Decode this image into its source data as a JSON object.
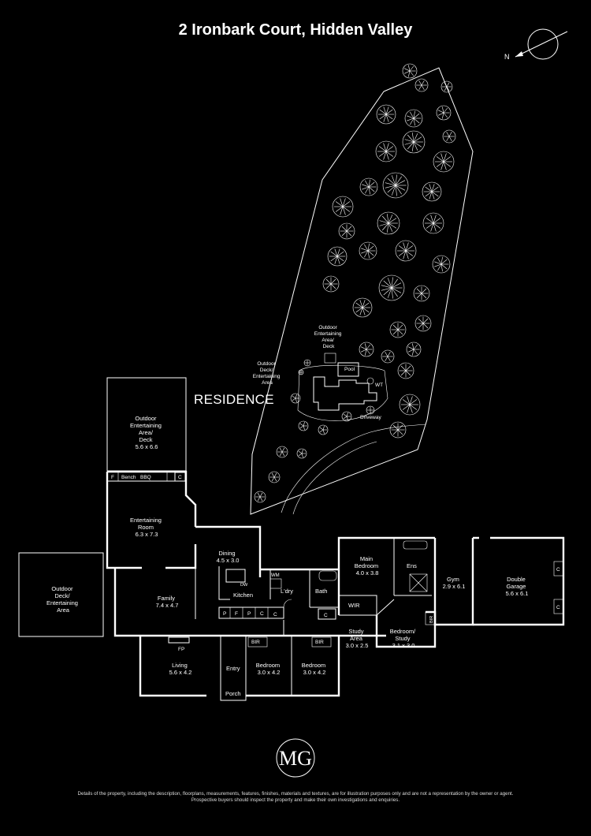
{
  "title": "2 Ironbark Court, Hidden Valley",
  "compass": {
    "label": "N"
  },
  "site": {
    "residence_label": "RESIDENCE",
    "labels": {
      "outdoor_entertaining_deck": [
        "Outdoor",
        "Entertaining",
        "Area/",
        "Deck"
      ],
      "outdoor_deck_entertaining": [
        "Outdoor",
        "Deck/",
        "Entertaining",
        "Area"
      ],
      "pool": "Pool",
      "wt": "WT",
      "driveway": "Driveway"
    }
  },
  "rooms": {
    "outdoor_deck_top": {
      "name": [
        "Outdoor",
        "Entertaining",
        "Area/",
        "Deck"
      ],
      "dims": "5.6 x 6.6"
    },
    "entertaining_room": {
      "name": [
        "Entertaining",
        "Room"
      ],
      "dims": "6.3 x 7.3"
    },
    "outdoor_deck_left": {
      "name": [
        "Outdoor",
        "Deck/",
        "Entertaining",
        "Area"
      ]
    },
    "family": {
      "name": "Family",
      "dims": "7.4 x 4.7"
    },
    "dining": {
      "name": "Dining",
      "dims": "4.5 x 3.0"
    },
    "kitchen": {
      "name": "Kitchen"
    },
    "laundry": {
      "name": "L'dry"
    },
    "bath": {
      "name": "Bath"
    },
    "main_bedroom": {
      "name": [
        "Main",
        "Bedroom"
      ],
      "dims": "4.0 x 3.8"
    },
    "ensuite": {
      "name": "Ens"
    },
    "wir": {
      "name": "WIR"
    },
    "gym": {
      "name": "Gym",
      "dims": "2.9 x 6.1"
    },
    "double_garage": {
      "name": [
        "Double",
        "Garage"
      ],
      "dims": "5.6 x 6.1"
    },
    "study_area": {
      "name": [
        "Study",
        "Area"
      ],
      "dims": "3.0 x 2.5"
    },
    "bedroom_study": {
      "name": [
        "Bedroom/",
        "Study"
      ],
      "dims": "3.1 x 3.0"
    },
    "living": {
      "name": "Living",
      "dims": "5.6 x 4.2"
    },
    "entry": {
      "name": "Entry"
    },
    "porch": {
      "name": "Porch"
    },
    "bedroom_2": {
      "name": "Bedroom",
      "dims": "3.0 x 4.2"
    },
    "bedroom_3": {
      "name": "Bedroom",
      "dims": "3.0 x 4.2"
    }
  },
  "fixtures": {
    "bench": "Bench",
    "bbq": "BBQ",
    "f": "F",
    "c": "C",
    "p": "P",
    "wm": "WM",
    "dw": "DW",
    "bir": "BIR",
    "fp": "FP"
  },
  "logo": {
    "letters": "MG"
  },
  "disclaimer": [
    "Details of the property, including the description, floorplans, measurements, features, finishes, materials and textures, are for illustration purposes only and are not a representation by the owner or agent.",
    "Prospective buyers should inspect the property and make their own investigations and enquiries."
  ],
  "colors": {
    "background": "#000000",
    "lines": "#ffffff"
  }
}
